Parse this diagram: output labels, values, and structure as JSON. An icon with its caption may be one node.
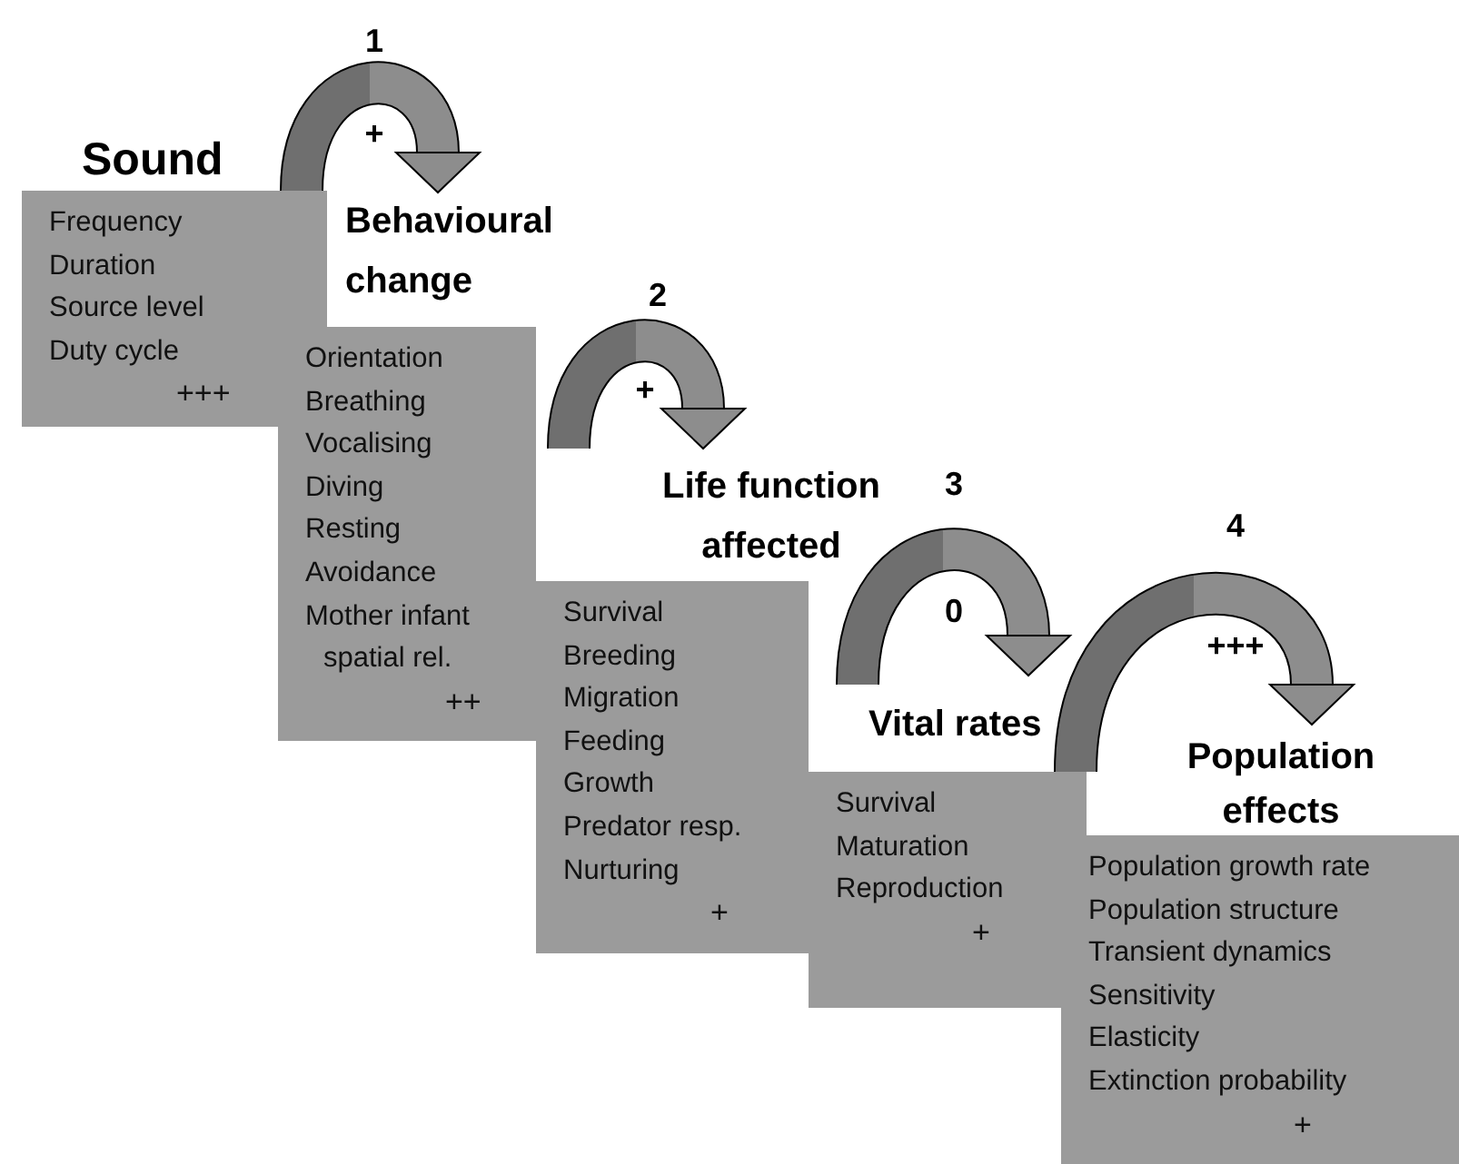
{
  "diagram": {
    "nodes": [
      {
        "text": [
          "Sound",
          "Frequency",
          "Duration",
          "Source level",
          "Duty cycle",
          "+++"
        ]
      },
      {
        "text": [
          "Behavioural change",
          "Orientation",
          "Breathing",
          "Vocalising",
          "Diving",
          "Resting",
          "Avoidance",
          "Mother infant spatial rel.",
          "++"
        ]
      },
      {
        "text": [
          "Life function affected",
          "Survival",
          "Breeding",
          "Migration",
          "Feeding",
          "Growth",
          "Predator resp.",
          "Nurturing",
          "+"
        ]
      },
      {
        "text": [
          "Vital rates",
          "Survival",
          "Maturation",
          "Reproduction",
          "+"
        ]
      },
      {
        "text": [
          "Population effects",
          "Population growth rate",
          "Population structure",
          "Transient dynamics",
          "Sensitivity",
          "Elasticity",
          "Extinction probability",
          "+"
        ]
      }
    ],
    "edges": [
      {
        "from": 0,
        "to": 1,
        "arrow": "to",
        "label": "1"
      },
      {
        "from": 1,
        "to": 2,
        "arrow": "to",
        "label": "2"
      },
      {
        "from": 2,
        "to": 3,
        "arrow": "to",
        "label": "3"
      },
      {
        "from": 3,
        "to": 4,
        "arrow": "to",
        "label": "4"
      }
    ],
    "labels": [
      "+",
      "+",
      "0",
      "+++"
    ]
  }
}
